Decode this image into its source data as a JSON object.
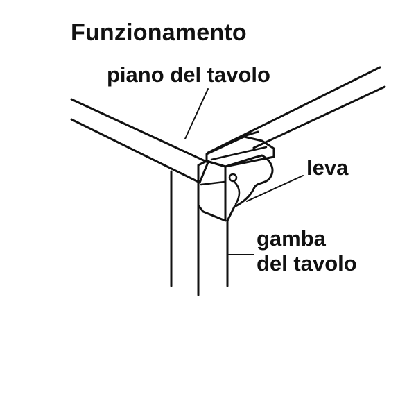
{
  "title": "Funzionamento",
  "labels": {
    "table_top": "piano del tavolo",
    "lever": "leva",
    "table_leg_line1": "gamba",
    "table_leg_line2": "del tavolo"
  },
  "colors": {
    "ink": "#111111",
    "background": "#ffffff"
  }
}
